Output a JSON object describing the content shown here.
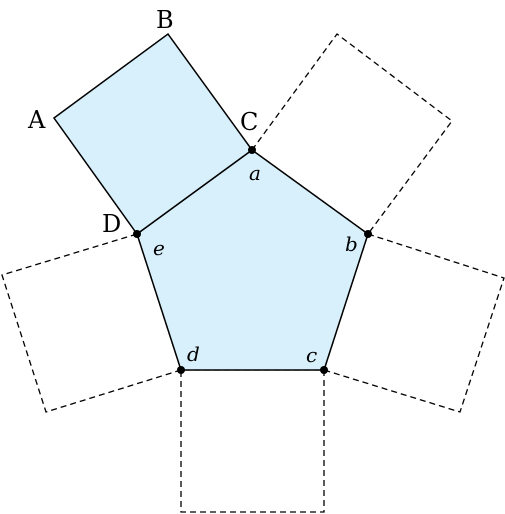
{
  "square_labels": {
    "A": "A",
    "B": "B",
    "C": "C",
    "D": "D"
  },
  "pentagon_labels": {
    "a": "a",
    "b": "b",
    "c": "c",
    "d": "d",
    "e": "e"
  },
  "colors": {
    "fill": "#d8f0fb",
    "stroke": "#000000"
  }
}
